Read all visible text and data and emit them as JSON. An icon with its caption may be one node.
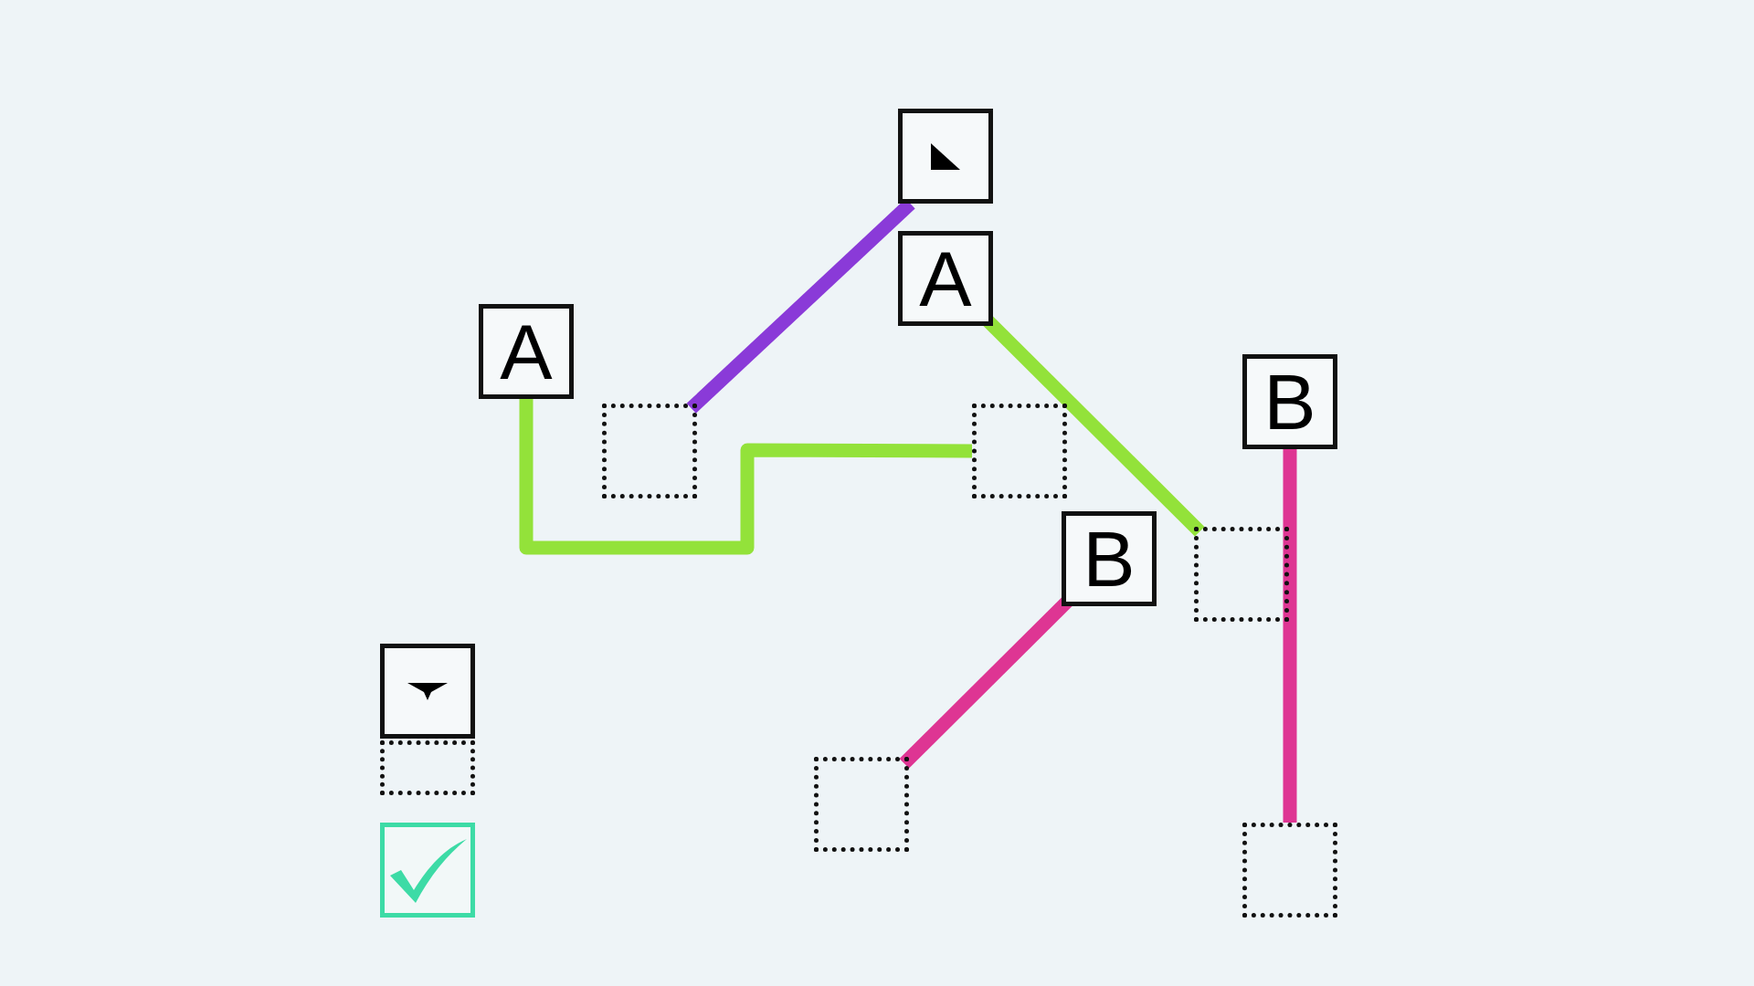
{
  "diagram": {
    "nodes": [
      {
        "text": [],
        "shape": "box"
      },
      {
        "text": [
          "A"
        ]
      },
      {
        "text": [
          "A"
        ]
      },
      {
        "text": [
          "B"
        ]
      },
      {
        "text": [],
        "shape": "box"
      },
      {
        "text": [],
        "shape": "box"
      },
      {
        "text": [
          "B"
        ]
      },
      {
        "text": [],
        "shape": "box"
      },
      {
        "text": [],
        "shape": "box"
      },
      {
        "text": [],
        "shape": "box"
      },
      {
        "text": [],
        "shape": "box"
      },
      {
        "text": [],
        "shape": "box"
      },
      {
        "text": [],
        "shape": "box"
      }
    ],
    "edges": [
      {
        "from": 0,
        "to": 4,
        "arrow": "none",
        "color": "#8a3ad8"
      },
      {
        "from": 1,
        "to": 7,
        "arrow": "none",
        "color": "#93e23a"
      },
      {
        "from": 2,
        "to": 5,
        "arrow": "none",
        "color": "#93e23a"
      },
      {
        "from": 6,
        "to": 10,
        "arrow": "none",
        "color": "#de3593"
      },
      {
        "from": 3,
        "to": 12,
        "arrow": "none",
        "color": "#de3593"
      }
    ]
  }
}
